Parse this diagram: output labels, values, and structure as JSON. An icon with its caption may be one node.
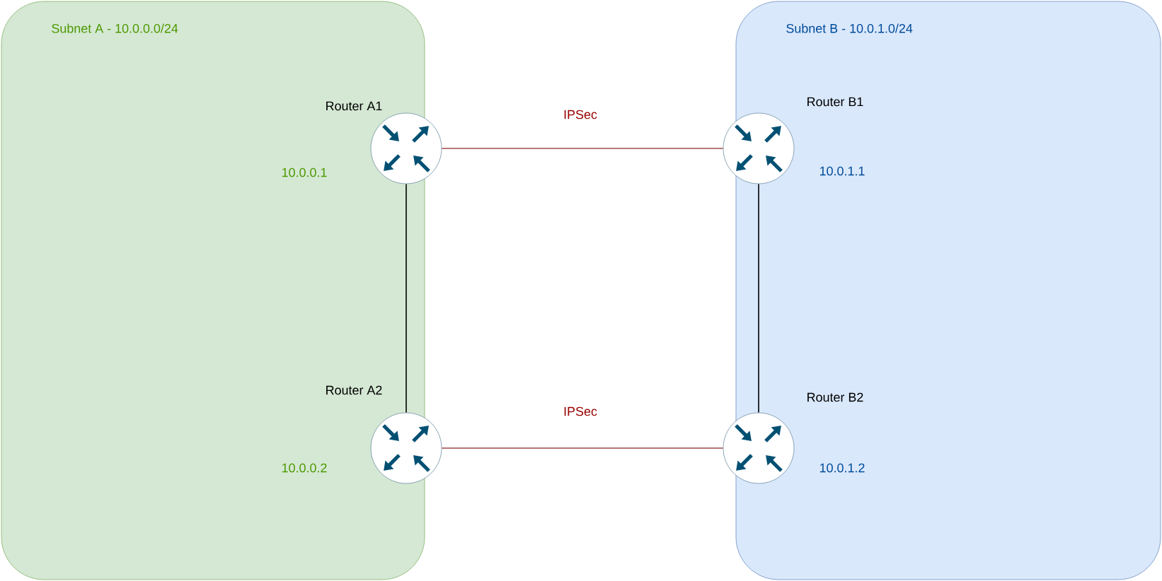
{
  "diagram": {
    "nodes": [
      {
        "text": [
          "Subnet A - 10.0.0.0/24"
        ]
      },
      {
        "text": [
          "Subnet B - 10.0.1.0/24"
        ]
      },
      {
        "text": [
          "Router A1"
        ],
        "beside": [
          "10.0.0.1"
        ],
        "in": 0
      },
      {
        "text": [
          "Router A2"
        ],
        "beside": [
          "10.0.0.2"
        ],
        "in": 0
      },
      {
        "text": [
          "Router B1"
        ],
        "beside": [
          "10.0.1.1"
        ],
        "in": 1
      },
      {
        "text": [
          "Router B2"
        ],
        "beside": [
          "10.0.1.2"
        ],
        "in": 1
      }
    ],
    "edges": [
      {
        "from": 2,
        "to": 4,
        "arrow": "none",
        "label": "IPSec",
        "color": "#a04848"
      },
      {
        "from": 2,
        "to": 3,
        "arrow": "none",
        "color": "#000000"
      },
      {
        "from": 4,
        "to": 5,
        "arrow": "none",
        "color": "#000000"
      },
      {
        "from": 3,
        "to": 5,
        "arrow": "none",
        "label": "IPSec",
        "color": "#a04848"
      }
    ]
  }
}
